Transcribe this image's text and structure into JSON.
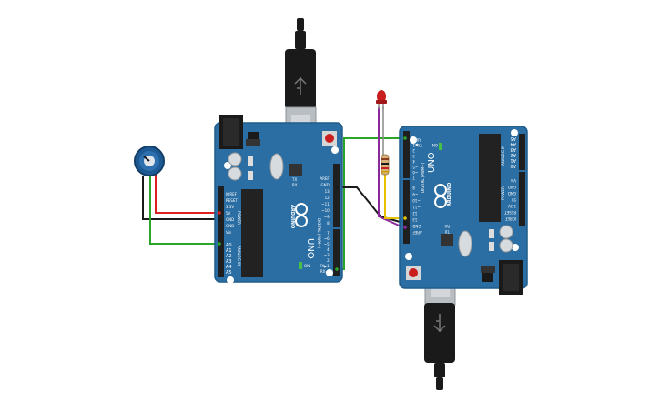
{
  "canvas": {
    "background": "#ffffff"
  },
  "boards": {
    "left": {
      "brand": "ARDUINO",
      "model": "UNO",
      "power_label": "POWER",
      "analog_label": "ANALOG IN",
      "digital_label": "DIGITAL (PWM~)",
      "power_pins": [
        "IOREF",
        "RESET",
        "3.3V",
        "5V",
        "GND",
        "GND",
        "Vin"
      ],
      "analog_pins": [
        "A0",
        "A1",
        "A2",
        "A3",
        "A4",
        "A5"
      ],
      "digital_pins": [
        "AREF",
        "GND",
        "13",
        "12",
        "~11",
        "~10",
        "~9",
        "8",
        "7",
        "~6",
        "~5",
        "4",
        "~3",
        "2",
        "TX▶1",
        "RX◀0"
      ],
      "led_labels": [
        "TX",
        "RX"
      ],
      "on_label": "ON",
      "l_label": "L"
    },
    "right": {
      "brand": "ARDUINO",
      "model": "UNO",
      "power_label": "POWER",
      "analog_label": "ANALOG IN",
      "digital_label": "DIGITAL (PWM~)",
      "power_pins": [
        "IOREF",
        "RESET",
        "3.3V",
        "5V",
        "GND",
        "GND",
        "Vin"
      ],
      "analog_pins": [
        "A0",
        "A1",
        "A2",
        "A3",
        "A4",
        "A5"
      ],
      "digital_pins": [
        "AREF",
        "GND",
        "13",
        "12",
        "~11",
        "~10",
        "~9",
        "8",
        "7",
        "~6",
        "~5",
        "4",
        "~3",
        "2",
        "TX▶1",
        "RX◀0"
      ],
      "led_labels": [
        "TX",
        "RX"
      ],
      "on_label": "ON",
      "l_label": "L"
    }
  },
  "components": {
    "potentiometer": "potentiometer-icon",
    "led": "led-icon",
    "resistor": "resistor-icon",
    "usb_cable": "usb-cable-icon"
  },
  "colors": {
    "board": "#2b6ea3",
    "board_edge": "#1f5b89",
    "header": "#1f1f1f",
    "chip": "#222222",
    "wire_red": "#e02020",
    "wire_black": "#1a1a1a",
    "wire_green": "#2aa52a",
    "wire_purple": "#8a2a9a",
    "wire_yellow": "#e6c200",
    "led_red": "#c81e1e",
    "pot_body": "#2e6fb0"
  }
}
